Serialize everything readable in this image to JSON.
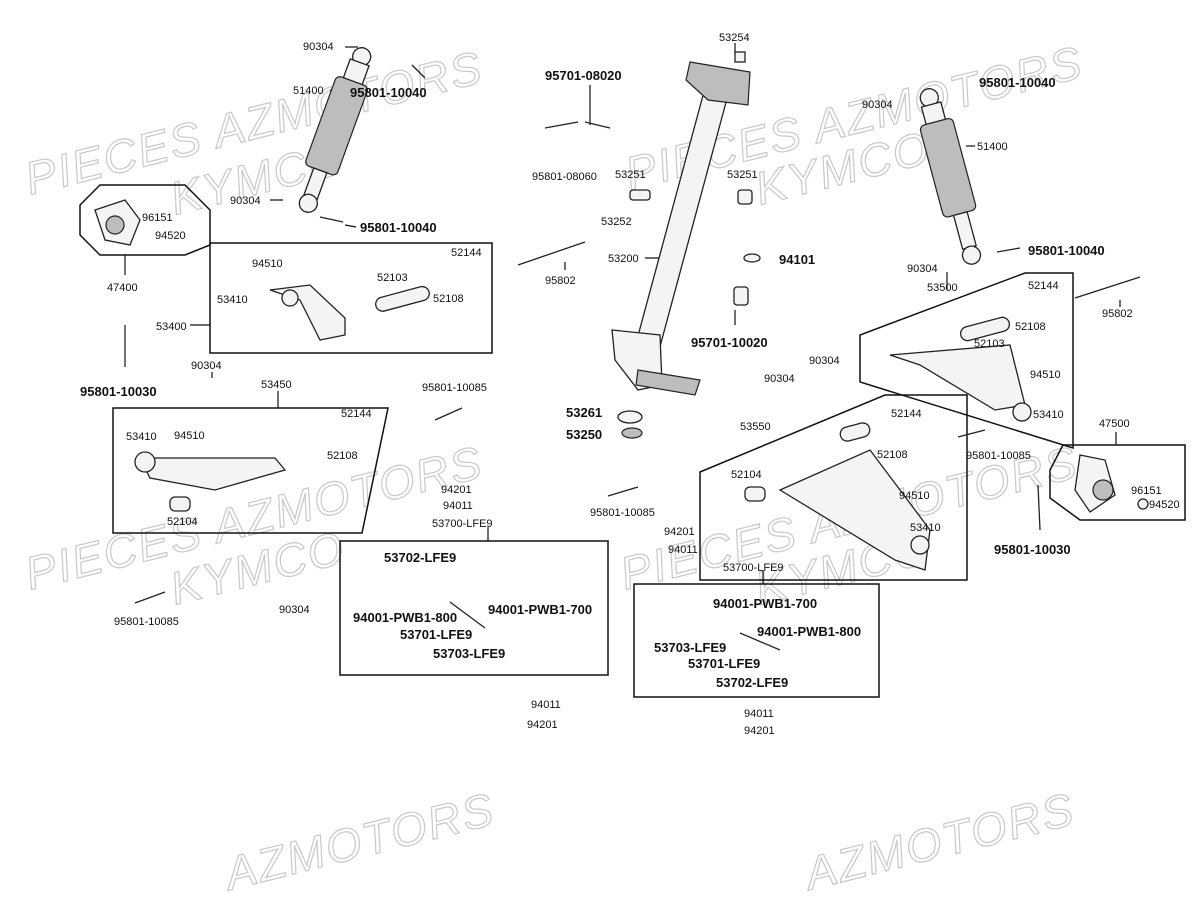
{
  "watermarks": {
    "pieces_azmotors": "PIECES AZMOTORS",
    "kymco": "KYMCO",
    "azmotors": "AZMOTORS"
  },
  "labels": {
    "p90304_top_left": "90304",
    "p51400_left": "51400",
    "p95801_10040_top_left": "95801-10040",
    "p90304_shock_left_bottom": "90304",
    "p95801_10040_left": "95801-10040",
    "p96151_left": "96151",
    "p94520_left": "94520",
    "p47400": "47400",
    "p53400": "53400",
    "p94510_upper_left": "94510",
    "p53410_upper_left": "53410",
    "p52103_left": "52103",
    "p52144_upper_left": "52144",
    "p52108_upper_left": "52108",
    "p95801_10030_left": "95801-10030",
    "p90304_mid_left": "90304",
    "p53450": "53450",
    "p95801_10085_mid": "95801-10085",
    "p53410_lower_left": "53410",
    "p94510_lower_left": "94510",
    "p52144_lower_left": "52144",
    "p52108_lower_left": "52108",
    "p52104_left": "52104",
    "p95801_10085_bottom_left": "95801-10085",
    "p90304_bottom_left": "90304",
    "p94201_a": "94201",
    "p94011_a": "94011",
    "p53700_lfe9_left": "53700-LFE9",
    "p53702_lfe9_left": "53702-LFE9",
    "p94001_pwb1_800_left": "94001-PWB1-800",
    "p94001_pwb1_700_left": "94001-PWB1-700",
    "p53701_lfe9_left": "53701-LFE9",
    "p53703_lfe9_left": "53703-LFE9",
    "p94011_b": "94011",
    "p94201_b": "94201",
    "p95701_08020": "95701-08020",
    "p53254": "53254",
    "p95801_08060": "95801-08060",
    "p53251_a": "53251",
    "p53252": "53252",
    "p53251_b": "53251",
    "p53200": "53200",
    "p95802_center": "95802",
    "p94101": "94101",
    "p95701_10020": "95701-10020",
    "p53261": "53261",
    "p53250": "53250",
    "p95801_10085_center": "95801-10085",
    "p94201_c": "94201",
    "p94011_c": "94011",
    "p53700_lfe9_right": "53700-LFE9",
    "p94001_pwb1_700_right": "94001-PWB1-700",
    "p94001_pwb1_800_right": "94001-PWB1-800",
    "p53703_lfe9_right": "53703-LFE9",
    "p53701_lfe9_right": "53701-LFE9",
    "p53702_lfe9_right": "53702-LFE9",
    "p94011_d": "94011",
    "p94201_d": "94201",
    "p95801_10040_top_right": "95801-10040",
    "p90304_top_right": "90304",
    "p51400_right": "51400",
    "p95801_10040_right": "95801-10040",
    "p90304_shock_right_bottom": "90304",
    "p53500": "53500",
    "p52144_upper_right": "52144",
    "p52108_upper_right": "52108",
    "p52103_right": "52103",
    "p95802_right": "95802",
    "p94510_upper_right": "94510",
    "p53410_upper_right": "53410",
    "p90304_mid_right_a": "90304",
    "p90304_mid_right_b": "90304",
    "p53550": "53550",
    "p52144_lower_right": "52144",
    "p52108_lower_right": "52108",
    "p52104_right": "52104",
    "p94510_lower_right": "94510",
    "p53410_lower_right": "53410",
    "p95801_10085_right": "95801-10085",
    "p47500": "47500",
    "p96151_right": "96151",
    "p94520_right": "94520",
    "p95801_10030_right": "95801-10030"
  }
}
